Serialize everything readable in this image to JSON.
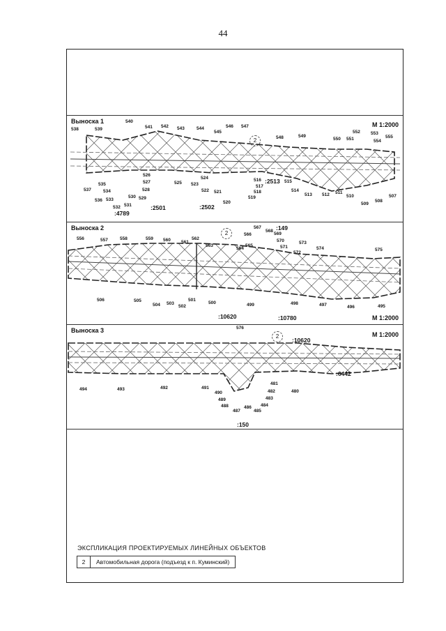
{
  "page_number": "44",
  "panels": [
    {
      "title": "Выноска 1",
      "scale": "М 1:2000",
      "circle": "2",
      "labels_top": [
        "538",
        "539",
        "540",
        "541",
        "542",
        "543",
        "544",
        "545",
        "546",
        "547",
        "548",
        "549",
        "550",
        "551",
        "552",
        "553",
        "554",
        "555"
      ],
      "labels_bottom": [
        "537",
        "536",
        "535",
        "534",
        "533",
        "532",
        "531",
        "530",
        "529",
        "528",
        "527",
        "526",
        "525",
        "524",
        "523",
        "522",
        "521",
        "520",
        "519",
        "518",
        "517",
        "516",
        "515",
        "514",
        "513",
        "512",
        "511",
        "510",
        "509",
        "508",
        "507"
      ],
      "parcels": [
        ":2501",
        ":2502",
        ":2513",
        ":4789"
      ]
    },
    {
      "title": "Выноска 2",
      "scale": "М 1:2000",
      "circle": "2",
      "labels_top": [
        "556",
        "557",
        "558",
        "559",
        "560",
        "561",
        "562",
        "563",
        "564",
        "565",
        "566",
        "567",
        "568",
        "569",
        "570",
        "571",
        "572",
        "573",
        "574",
        "575"
      ],
      "labels_bottom": [
        "506",
        "505",
        "504",
        "503",
        "502",
        "501",
        "500",
        "499",
        "498",
        "497",
        "496",
        "495"
      ],
      "parcels": [
        ":149",
        ":10620",
        ":10780"
      ]
    },
    {
      "title": "Выноска 3",
      "scale": "М 1:2000",
      "circle": "2",
      "labels_top": [
        "576"
      ],
      "labels_bottom": [
        "494",
        "493",
        "492",
        "491",
        "490",
        "489",
        "488",
        "487",
        "486",
        "485",
        "484",
        "483",
        "482",
        "481",
        "480"
      ],
      "parcels": [
        ":10620",
        ":6442",
        ":150"
      ]
    }
  ],
  "legend": {
    "title": "ЭКСПЛИКАЦИЯ ПРОЕКТИРУЕМЫХ ЛИНЕЙНЫХ ОБЪЕКТОВ",
    "rows": [
      {
        "num": "2",
        "desc": "Автомобильная дорога (подъезд к п. Куминский)"
      }
    ]
  }
}
